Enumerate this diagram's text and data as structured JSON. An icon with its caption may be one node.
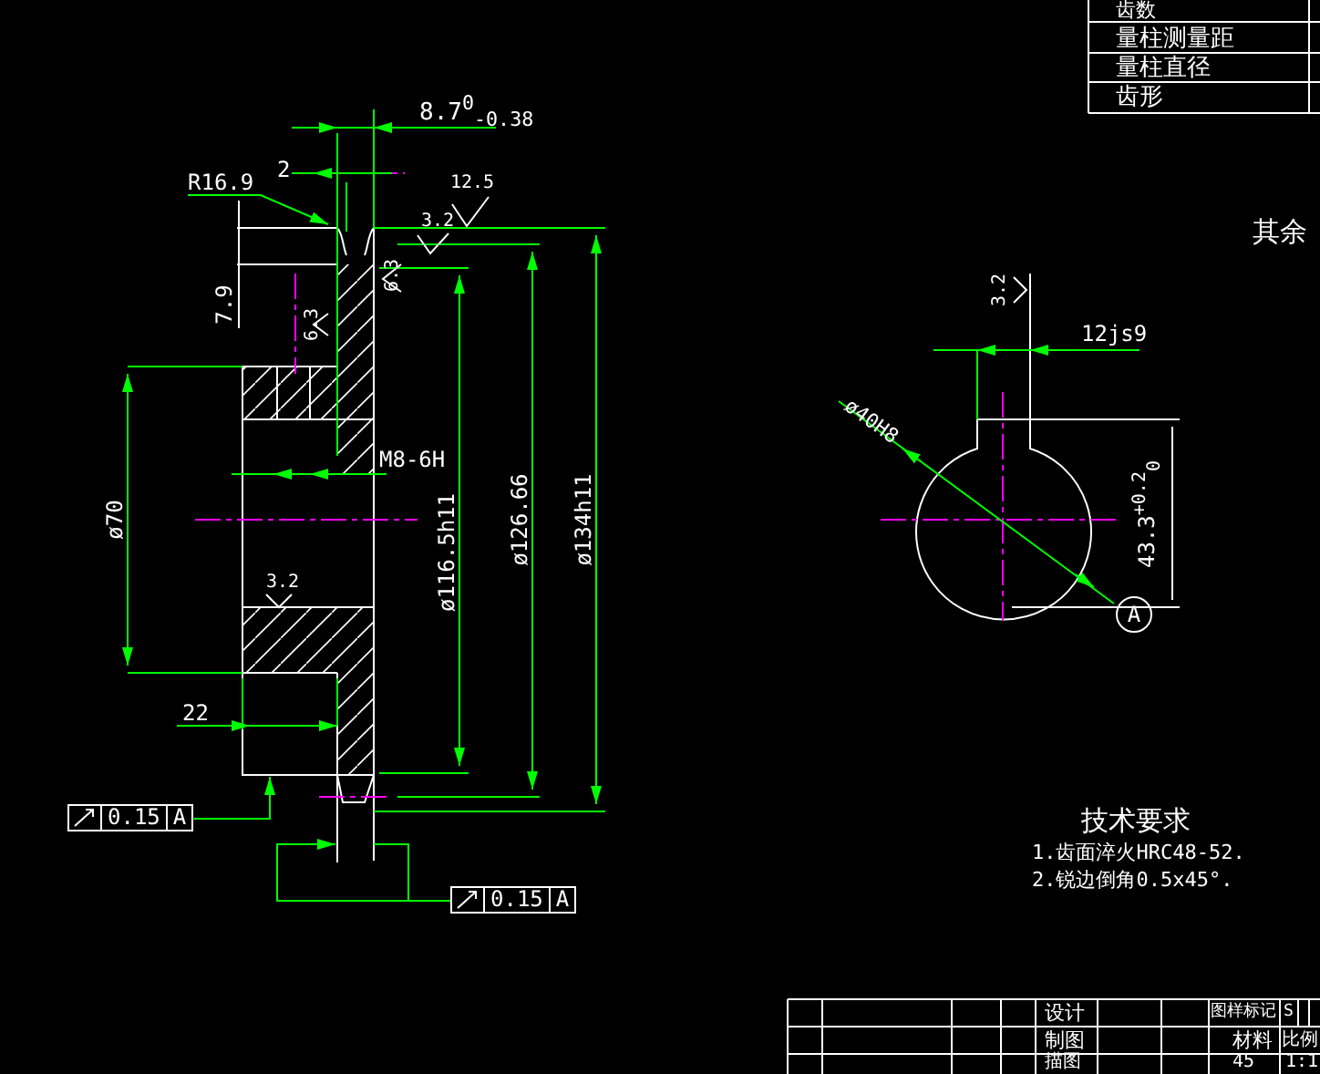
{
  "diagram": {
    "nodes": [
      {
        "text": [
          "0.15",
          "A"
        ]
      },
      {
        "text": [
          "0.15",
          "A"
        ]
      },
      {
        "text": [
          "A"
        ]
      },
      {
        "text": [],
        "shape": "picture"
      }
    ],
    "edges": [
      {
        "from": 0,
        "to": 3,
        "arrow": "to"
      },
      {
        "from": 1,
        "to": 3,
        "arrow": "to"
      }
    ],
    "labels": [
      "8.7$^{0}$$_{-0.38}$",
      "2",
      "R16.9",
      "12.5",
      "3.2",
      "6.3",
      "7.9",
      "6.3",
      "M8-6H",
      "ø70",
      "ø116.5h11",
      "ø126.66",
      "ø134h11",
      "3.2",
      "22",
      "3.2",
      "12js9",
      "ø40H8",
      "43.3$^{+0.2}$$_{0}$",
      "其余",
      "齿数",
      "量柱测量距",
      "量柱直径",
      "齿形",
      "技术要求",
      "1.齿面淬火HRC48-52.",
      "2.锐边倒角0.5x45°.",
      "设计",
      "图样标记",
      "S",
      "制图",
      "材料",
      "比例",
      "描图",
      "45",
      "1:1"
    ]
  }
}
